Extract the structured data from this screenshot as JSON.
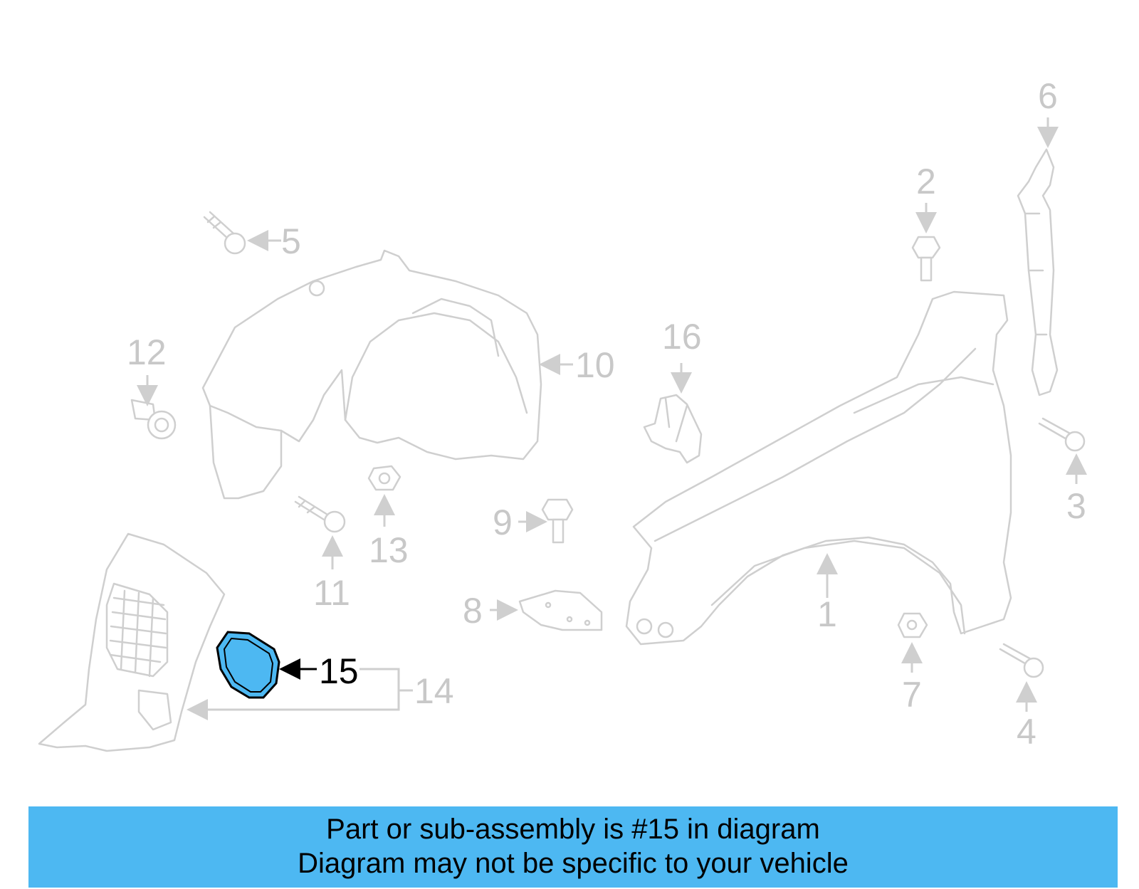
{
  "callouts": [
    "1",
    "2",
    "3",
    "4",
    "5",
    "6",
    "7",
    "8",
    "9",
    "10",
    "11",
    "12",
    "13",
    "14",
    "15",
    "16"
  ],
  "highlighted_part": "15",
  "highlight_color": "#4db8f2",
  "banner": {
    "line1": "Part or sub-assembly is #15 in diagram",
    "line2": "Diagram may not be specific to your vehicle",
    "color": "#4db8f2"
  }
}
